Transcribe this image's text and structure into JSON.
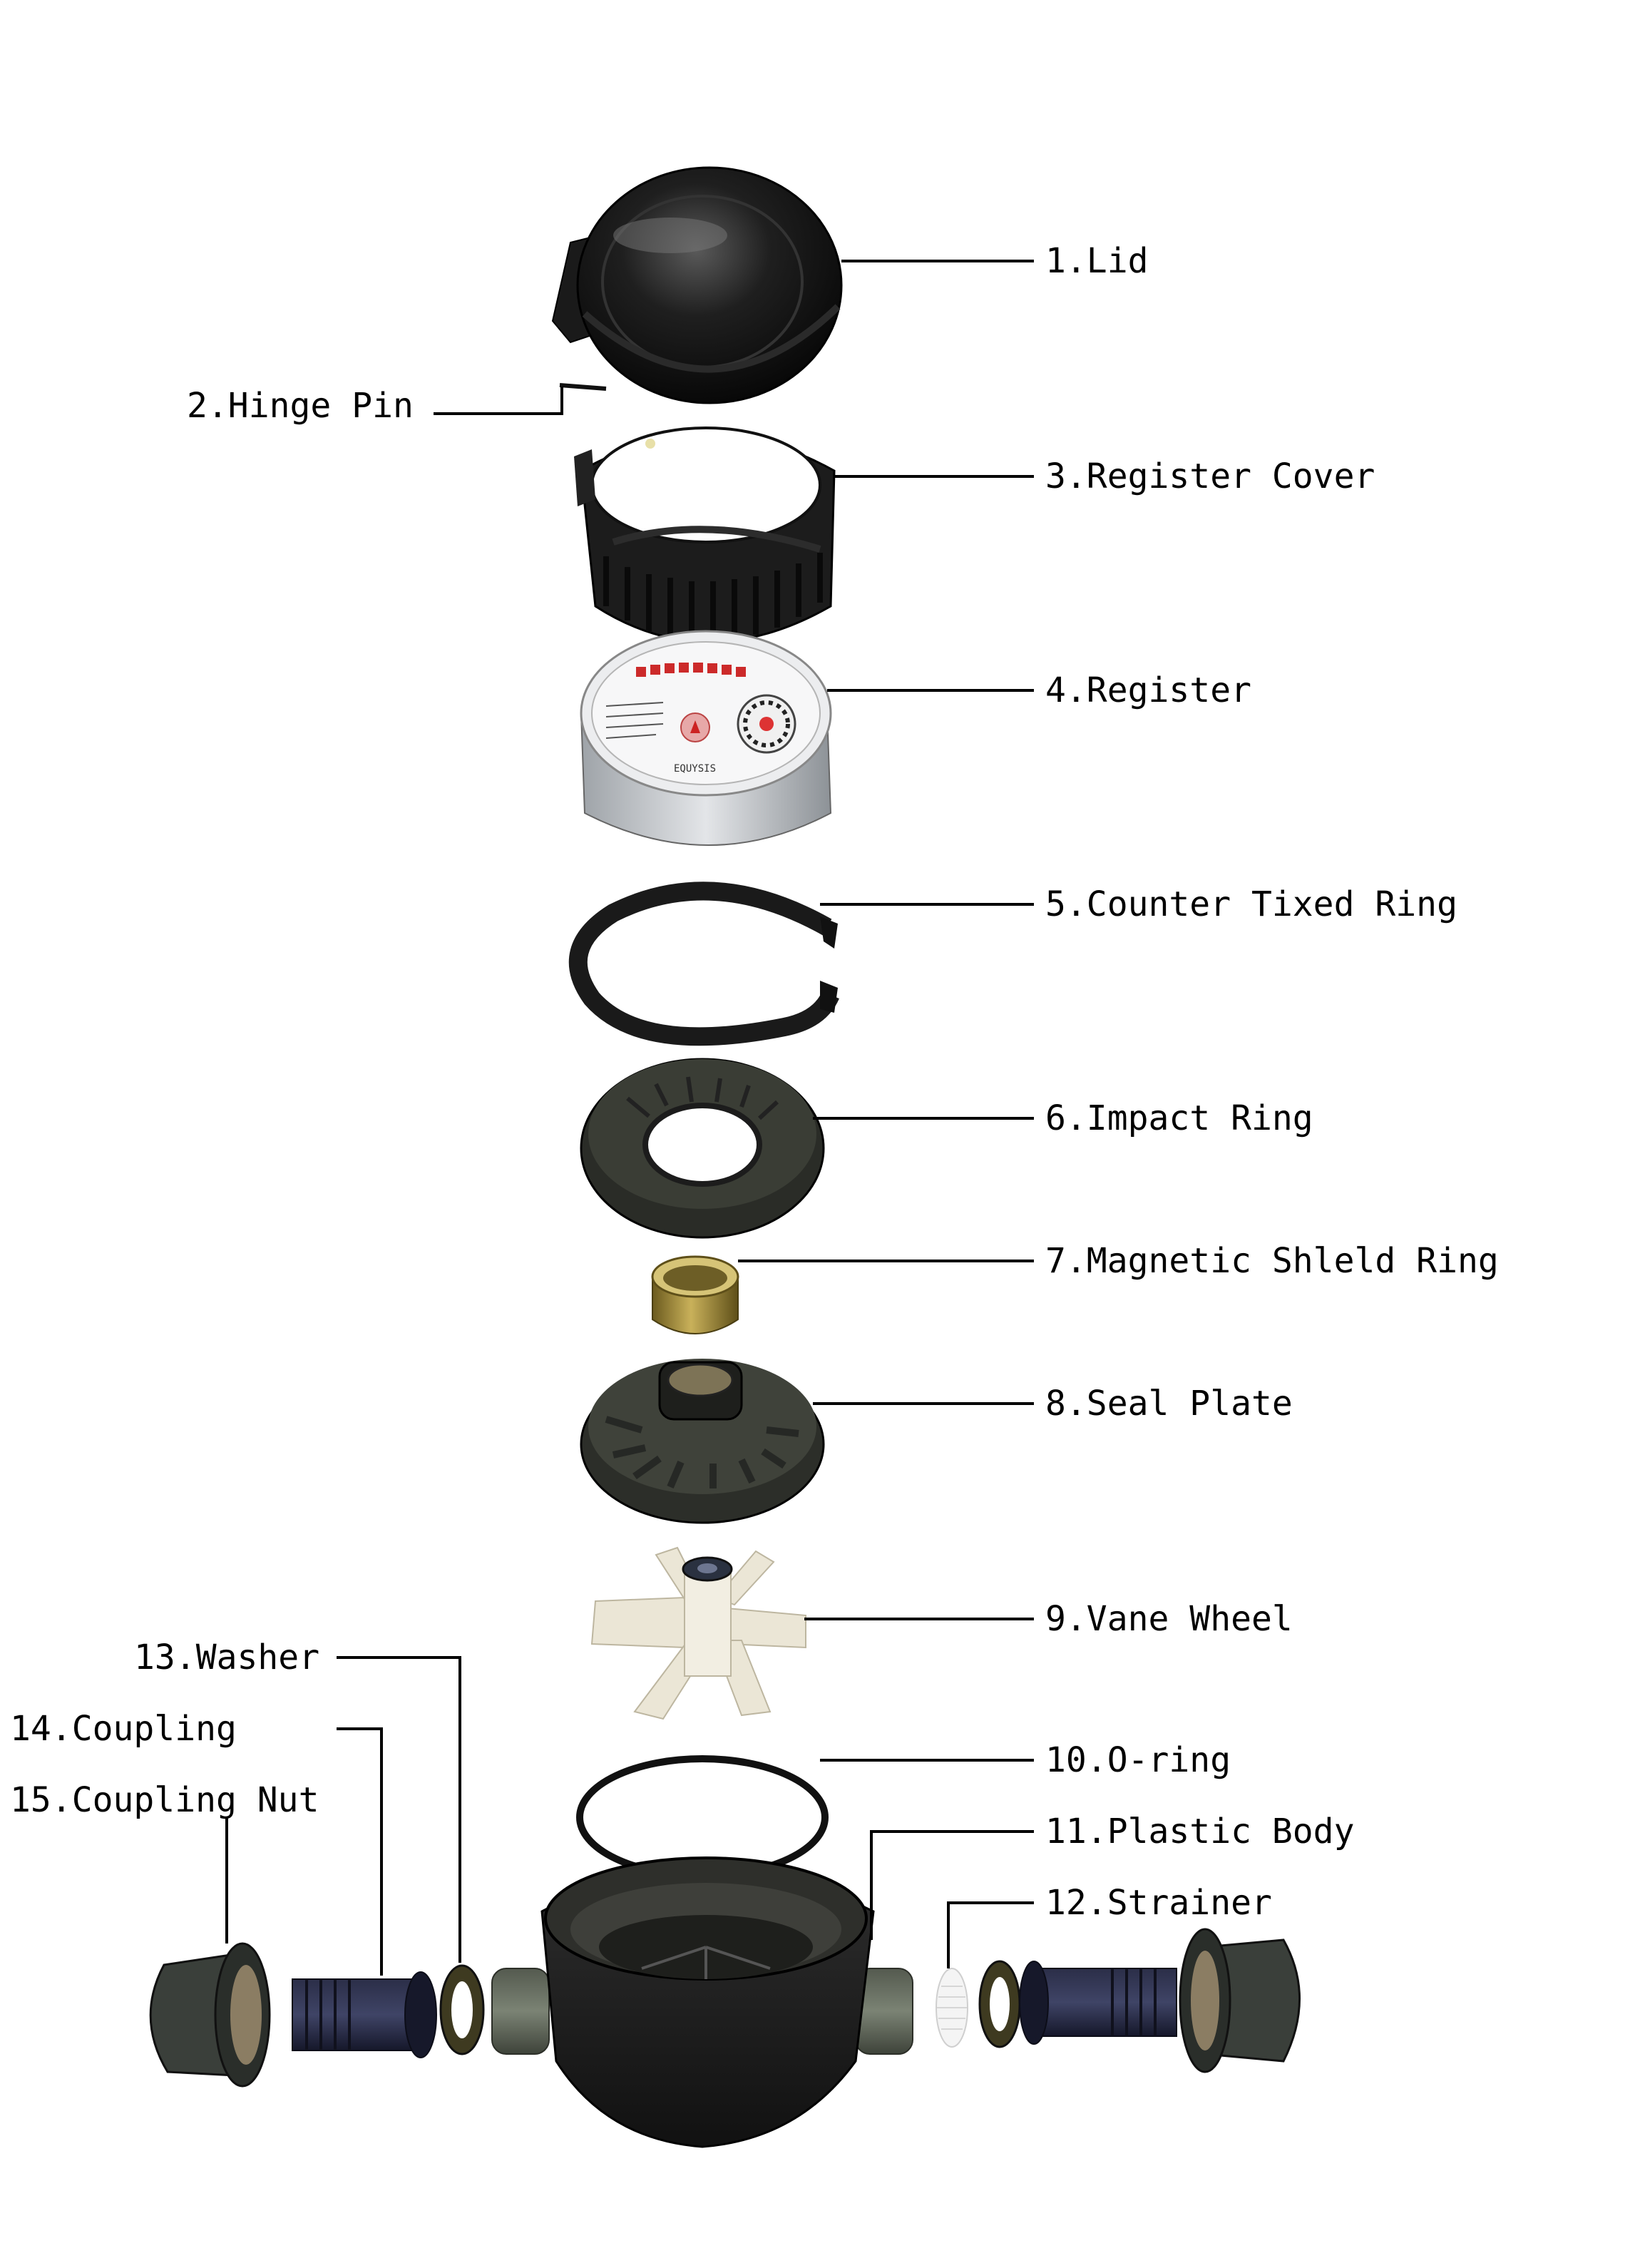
{
  "parts": [
    {
      "id": "lid",
      "label": "1.Lid"
    },
    {
      "id": "hinge-pin",
      "label": "2.Hinge Pin"
    },
    {
      "id": "register-cover",
      "label": "3.Register Cover"
    },
    {
      "id": "register",
      "label": "4.Register"
    },
    {
      "id": "counter-fixed-ring",
      "label": "5.Counter Tixed Ring"
    },
    {
      "id": "impact-ring",
      "label": "6.Impact Ring"
    },
    {
      "id": "magnetic-shield-ring",
      "label": "7.Magnetic Shleld Ring"
    },
    {
      "id": "seal-plate",
      "label": "8.Seal Plate"
    },
    {
      "id": "vane-wheel",
      "label": "9.Vane Wheel"
    },
    {
      "id": "o-ring",
      "label": "10.O-ring"
    },
    {
      "id": "plastic-body",
      "label": "11.Plastic Body"
    },
    {
      "id": "strainer",
      "label": "12.Strainer"
    },
    {
      "id": "washer",
      "label": "13.Washer"
    },
    {
      "id": "coupling",
      "label": "14.Coupling"
    },
    {
      "id": "coupling-nut",
      "label": "15.Coupling Nut"
    }
  ],
  "register_face": {
    "brand": "EQUYSIS"
  },
  "colors": {
    "plastic_black": "#141414",
    "ring_black": "#1c1c1c",
    "register_silver": "#c9ccd0",
    "brass": "#9a8430",
    "vane_white": "#ebe6d6",
    "dark_olive": "#3a3d35",
    "coupling_navy": "#1e2033"
  }
}
